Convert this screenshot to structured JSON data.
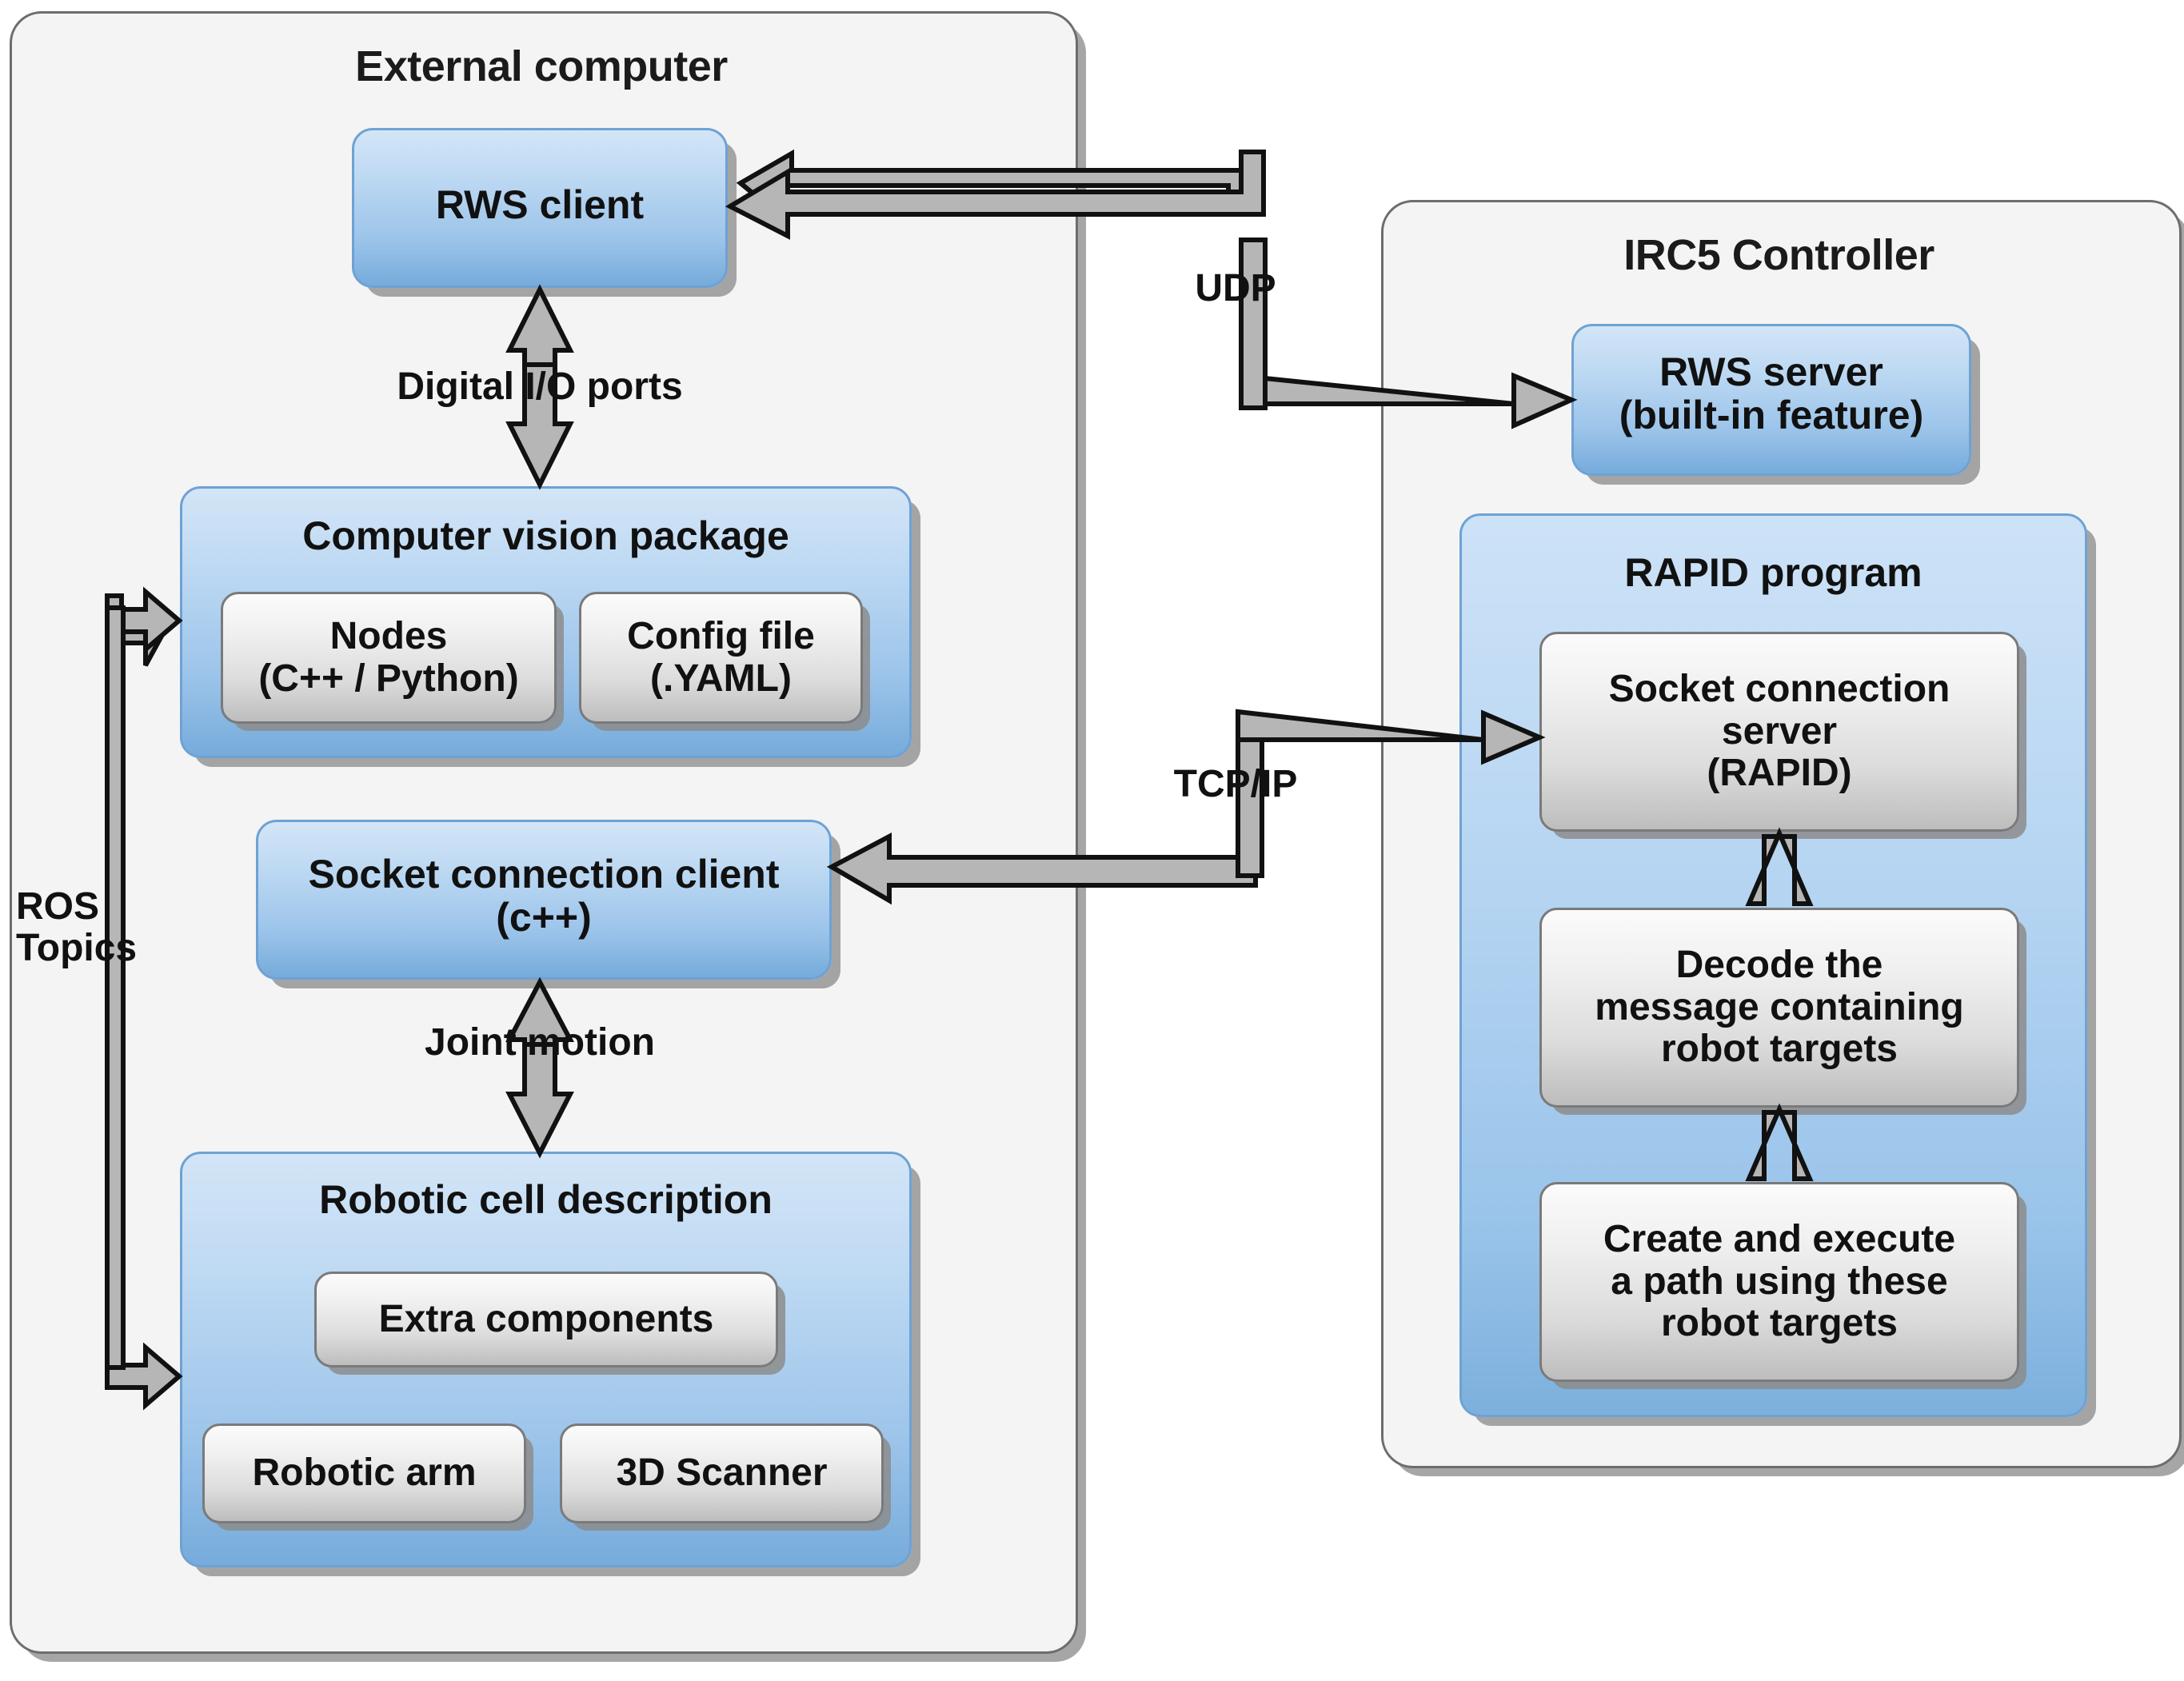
{
  "panels": {
    "external": {
      "title": "External computer"
    },
    "irc5": {
      "title": "IRC5 Controller"
    }
  },
  "boxes": {
    "rws_client": {
      "label": "RWS client"
    },
    "cv_package": {
      "label": "Computer vision package"
    },
    "cv_nodes": {
      "label": "Nodes\n(C++ / Python)"
    },
    "cv_config": {
      "label": "Config file\n(.YAML)"
    },
    "socket_client": {
      "label": "Socket connection client\n(c++)"
    },
    "robotic_cell": {
      "label": "Robotic cell description"
    },
    "extra_components": {
      "label": "Extra components"
    },
    "robotic_arm": {
      "label": "Robotic arm"
    },
    "scanner_3d": {
      "label": "3D Scanner"
    },
    "rws_server": {
      "label": "RWS server\n(built-in feature)"
    },
    "rapid_program": {
      "label": "RAPID program"
    },
    "socket_server": {
      "label": "Socket connection\nserver\n(RAPID)"
    },
    "decode_message": {
      "label": "Decode the\nmessage containing\nrobot targets"
    },
    "create_path": {
      "label": "Create and execute\na path using these\nrobot targets"
    }
  },
  "connection_labels": {
    "digital_io": "Digital I/O ports",
    "joint_motion": "Joint motion",
    "ros_topics": "ROS\nTopics",
    "udp": "UDP",
    "tcpip": "TCP/IP"
  },
  "colors": {
    "panel_fill": "#f4f4f4",
    "panel_border": "#6d6d6d",
    "blue_top": "#d3e5f7",
    "blue_bottom": "#76abdb",
    "blue_border": "#6ea2d4",
    "grey_top": "#fbfbfb",
    "grey_bottom": "#bdbdbd",
    "grey_border": "#7a7a7a",
    "arrow_fill": "#b6b6b6",
    "arrow_stroke": "#111111",
    "text": "#111111"
  }
}
